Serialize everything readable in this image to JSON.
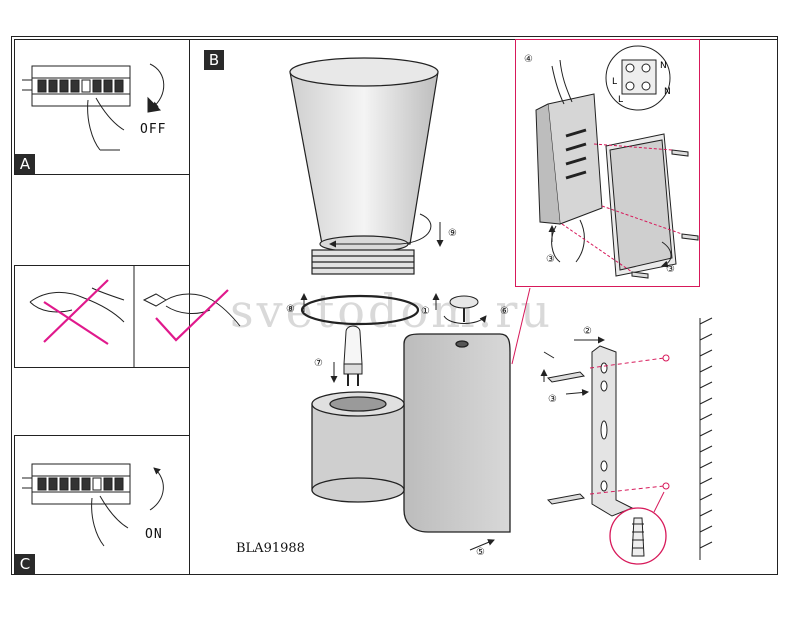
{
  "panels": {
    "a": {
      "tag": "A",
      "action": "OFF"
    },
    "b": {
      "tag": "B"
    },
    "c": {
      "tag": "C",
      "action": "ON"
    }
  },
  "steps": [
    "①",
    "②",
    "③",
    "④",
    "⑤",
    "⑥",
    "⑦",
    "⑧",
    "⑨"
  ],
  "terminals": {
    "n1": "N",
    "n2": "N",
    "l1": "L",
    "l2": "L"
  },
  "model_code": "BLA91988",
  "watermark": "svetodom.ru",
  "colors": {
    "accent": "#d7195a",
    "warning": "#e0198c",
    "line": "#222222"
  }
}
